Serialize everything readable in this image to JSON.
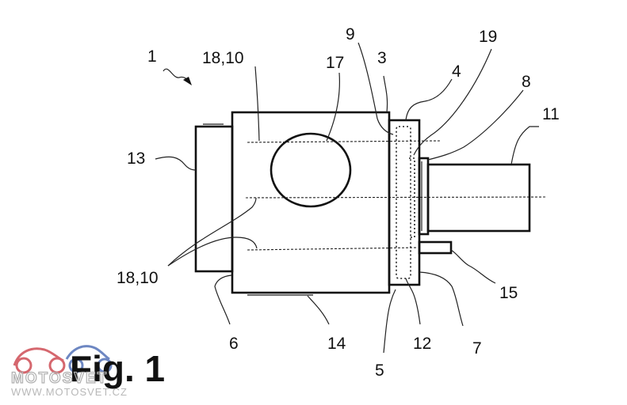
{
  "figure": {
    "caption": "Fig. 1"
  },
  "labels": [
    {
      "id": "ref-1",
      "text": "1"
    },
    {
      "id": "ref-18-10-top",
      "text": "18,10"
    },
    {
      "id": "ref-17",
      "text": "17"
    },
    {
      "id": "ref-9",
      "text": "9"
    },
    {
      "id": "ref-3",
      "text": "3"
    },
    {
      "id": "ref-19",
      "text": "19"
    },
    {
      "id": "ref-4",
      "text": "4"
    },
    {
      "id": "ref-8",
      "text": "8"
    },
    {
      "id": "ref-11",
      "text": "11"
    },
    {
      "id": "ref-13",
      "text": "13"
    },
    {
      "id": "ref-18-10-bottom",
      "text": "18,10"
    },
    {
      "id": "ref-15",
      "text": "15"
    },
    {
      "id": "ref-6",
      "text": "6"
    },
    {
      "id": "ref-14",
      "text": "14"
    },
    {
      "id": "ref-12",
      "text": "12"
    },
    {
      "id": "ref-7",
      "text": "7"
    },
    {
      "id": "ref-5",
      "text": "5"
    }
  ],
  "watermark": {
    "brand": "MOTOSVET",
    "url": "WWW.MOTOSVET.CZ"
  },
  "colors": {
    "line": "#111111",
    "background": "#ffffff",
    "watermark_red": "#c8353e",
    "watermark_blue": "#3d5fae"
  }
}
